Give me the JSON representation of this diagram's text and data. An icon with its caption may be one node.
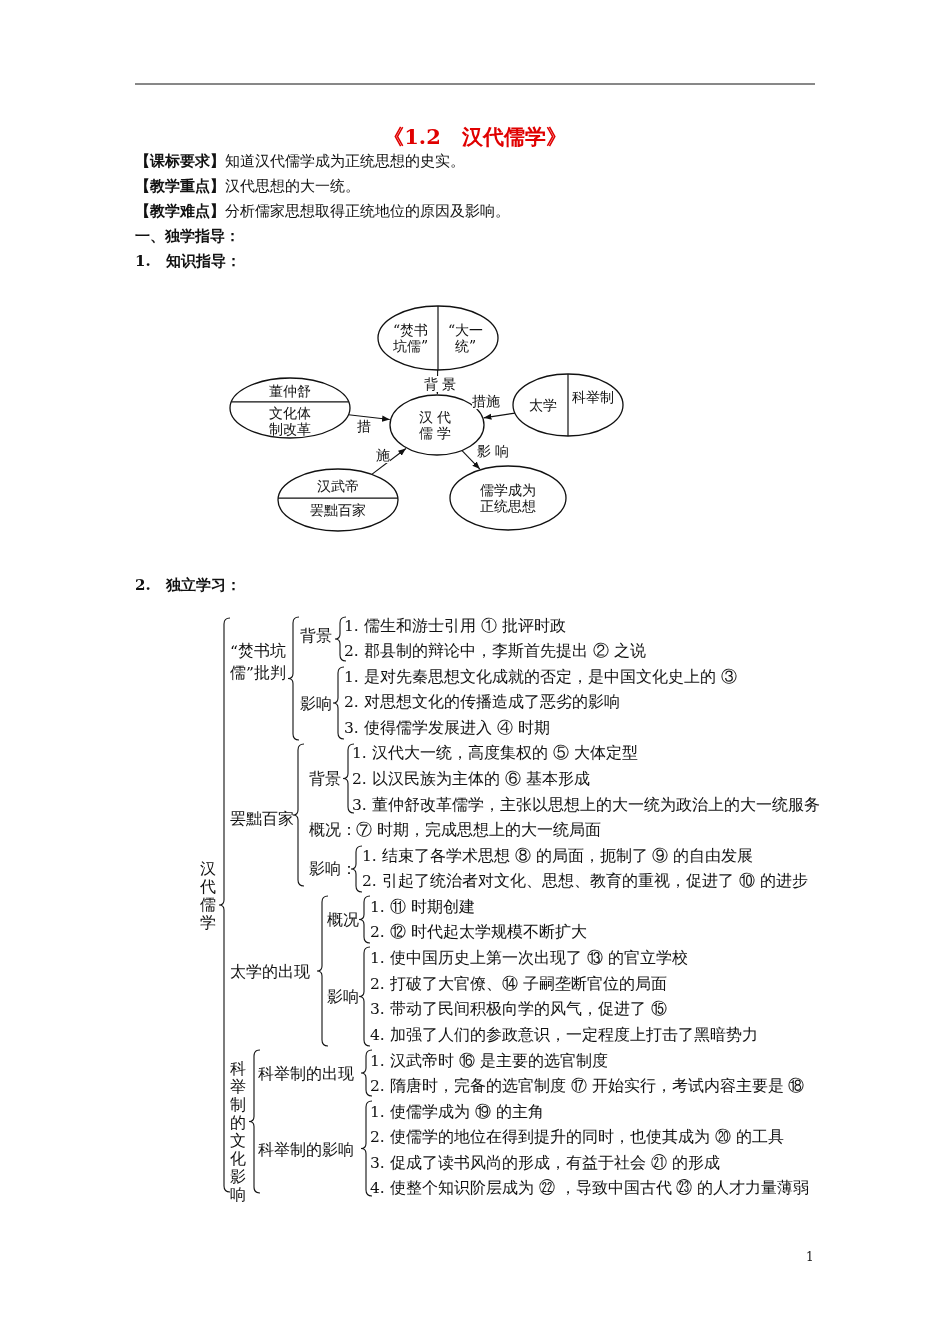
{
  "diagram": {
    "title": "《1.2　汉代儒学》",
    "nodes": [
      {
        "text": [
          "“焚书坑儒”",
          "“大一统”"
        ]
      },
      {
        "text": [
          "董仲舒",
          "文化体制改革"
        ]
      },
      {
        "text": [
          "太学",
          "科举制"
        ]
      },
      {
        "text": [
          "汉代儒学"
        ]
      },
      {
        "text": [
          "汉武帝",
          "罢黜百家"
        ]
      },
      {
        "text": [
          "儒学成为正统思想"
        ]
      }
    ],
    "edges": [
      {
        "from": 0,
        "to": 3,
        "arrow": "to",
        "label": "背 景"
      },
      {
        "from": 1,
        "to": 3,
        "arrow": "to",
        "label": "措"
      },
      {
        "from": 2,
        "to": 3,
        "arrow": "to",
        "label": "措施"
      },
      {
        "from": 4,
        "to": 3,
        "arrow": "to",
        "label": "施"
      },
      {
        "from": 3,
        "to": 5,
        "arrow": "to",
        "label": "影 响"
      }
    ],
    "labels": [
      "**【课标要求】**知道汉代儒学成为正统思想的史实。",
      "**【教学重点】**汉代思想的大一统。",
      "**【教学难点】**分析儒家思想取得正统地位的原因及影响。",
      "一、独学指导：",
      "1.　知识指导：",
      "2.　独立学习：",
      "汉代儒学",
      "“焚书坑儒”批判",
      "背景",
      "1. 儒生和游士引用 ① 批评时政",
      "2. 郡县制的辩论中，李斯首先提出 ② 之说",
      "影响",
      "1. 是对先秦思想文化成就的否定，是中国文化史上的 ③",
      "2. 对思想文化的传播造成了恶劣的影响",
      "3. 使得儒学发展进入 ④ 时期",
      "罢黜百家",
      "背景",
      "1. 汉代大一统，高度集权的 ⑤ 大体定型",
      "2. 以汉民族为主体的 ⑥ 基本形成",
      "3. 董仲舒改革儒学，主张以思想上的大一统为政治上的大一统服务",
      "概况：",
      "⑦ 时期，完成思想上的大一统局面",
      "影响：",
      "1. 结束了各学术思想 ⑧ 的局面，扼制了 ⑨ 的自由发展",
      "2. 引起了统治者对文化、思想、教育的重视，促进了 ⑩ 的进步",
      "太学的出现",
      "概况",
      "1. ⑪ 时期创建",
      "2. ⑫ 时代起太学规模不断扩大",
      "影响",
      "1. 使中国历史上第一次出现了 ⑬ 的官立学校",
      "2. 打破了大官僚、⑭ 子嗣垄断官位的局面",
      "3. 带动了民间积极向学的风气，促进了 ⑮",
      "4. 加强了人们的参政意识，一定程度上打击了黑暗势力",
      "科举制的文化影响",
      "科举制的出现",
      "1. 汉武帝时 ⑯ 是主要的选官制度",
      "2. 隋唐时，完备的选官制度 ⑰ 开始实行，考试内容主要是 ⑱",
      "科举制的影响",
      "1. 使儒学成为 ⑲ 的主角",
      "2. 使儒学的地位在得到提升的同时，也使其成为 ⑳ 的工具",
      "3. 促成了读书风尚的形成，有益于社会 ㉑ 的形成",
      "4. 使整个知识阶层成为 ㉒ ，导致中国古代 ㉓ 的人才力量薄弱",
      "1"
    ]
  }
}
